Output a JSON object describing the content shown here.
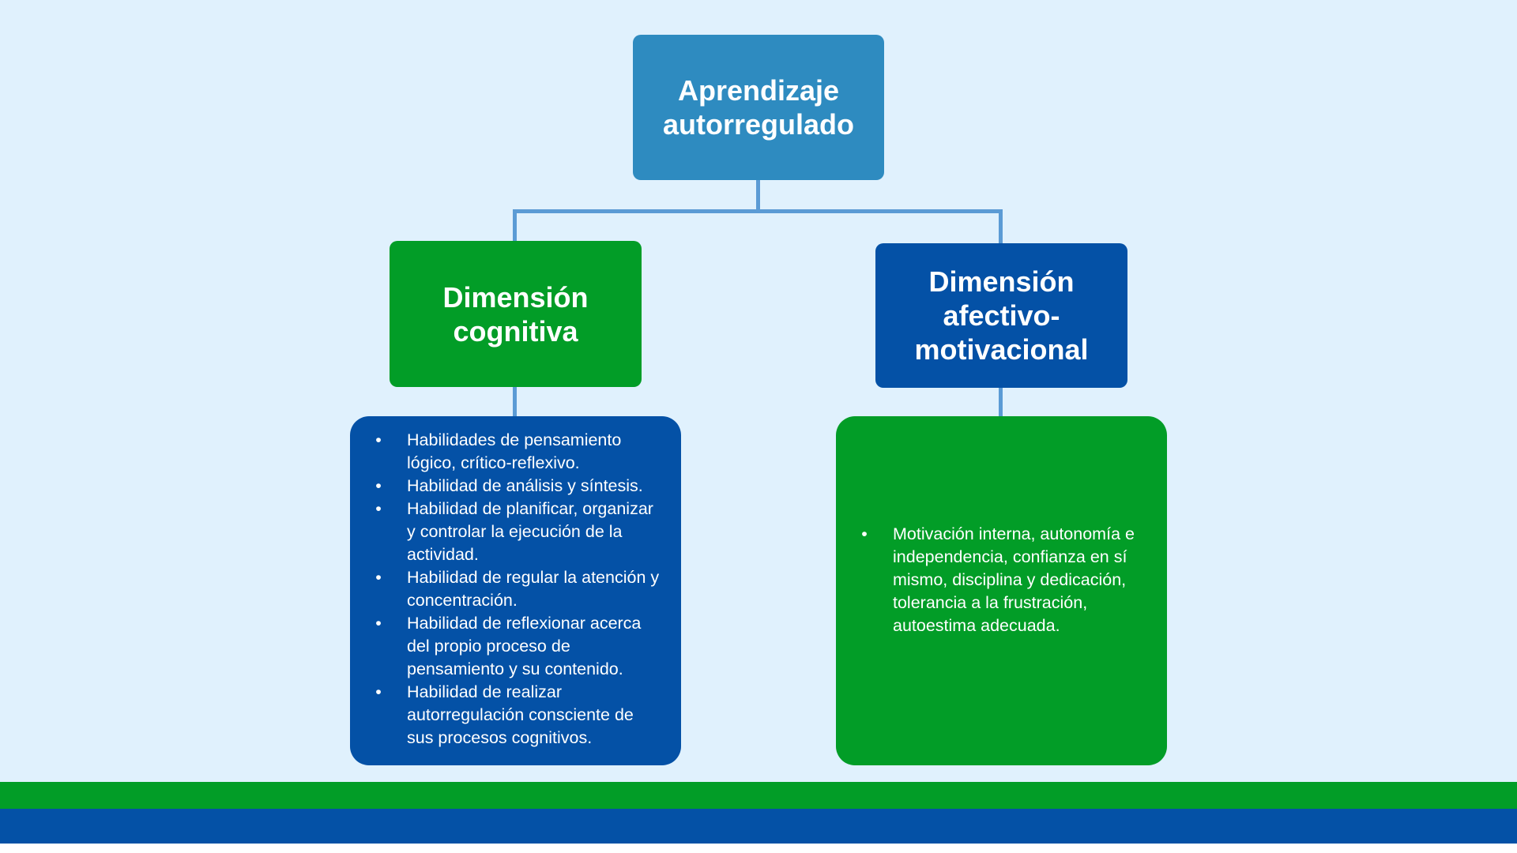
{
  "root": {
    "lines": [
      "Aprendizaje",
      "autorregulado"
    ]
  },
  "cognitive": {
    "title_lines": [
      "Dimensión",
      "cognitiva"
    ],
    "bullets": [
      "Habilidades de pensamiento lógico, crítico-reflexivo.",
      "Habilidad de análisis y síntesis.",
      "Habilidad de planificar, organizar y controlar la ejecución de la actividad.",
      "Habilidad de regular la atención y concentración.",
      "Habilidad de reflexionar acerca del propio proceso de pensamiento y su contenido.",
      "Habilidad de realizar autorregulación consciente de sus procesos cognitivos."
    ]
  },
  "affective": {
    "title_lines": [
      "Dimensión",
      "afectivo-",
      "motivacional"
    ],
    "bullets": [
      "Motivación interna, autonomía e independencia, confianza en sí mismo, disciplina y dedicación, tolerancia a la frustración, autoestima adecuada."
    ]
  },
  "bullet_symbol": "•",
  "colors": {
    "background": "#e0f1fd",
    "root_box": "#2e8bc0",
    "green": "#029d27",
    "blue": "#0451a6",
    "connector": "#5b9bd5"
  }
}
